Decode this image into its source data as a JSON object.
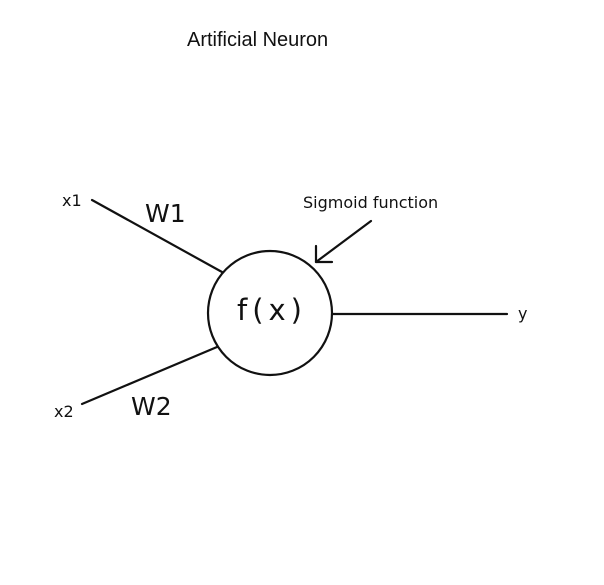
{
  "title": "Artificial Neuron",
  "inputs": {
    "x1": "x1",
    "x2": "x2"
  },
  "weights": {
    "w1": "W1",
    "w2": "W2"
  },
  "neuron": {
    "label": "f(x)"
  },
  "annotation": {
    "label": "Sigmoid function"
  },
  "output": {
    "label": "y"
  },
  "colors": {
    "background": "#ffffff",
    "ink": "#111111"
  }
}
